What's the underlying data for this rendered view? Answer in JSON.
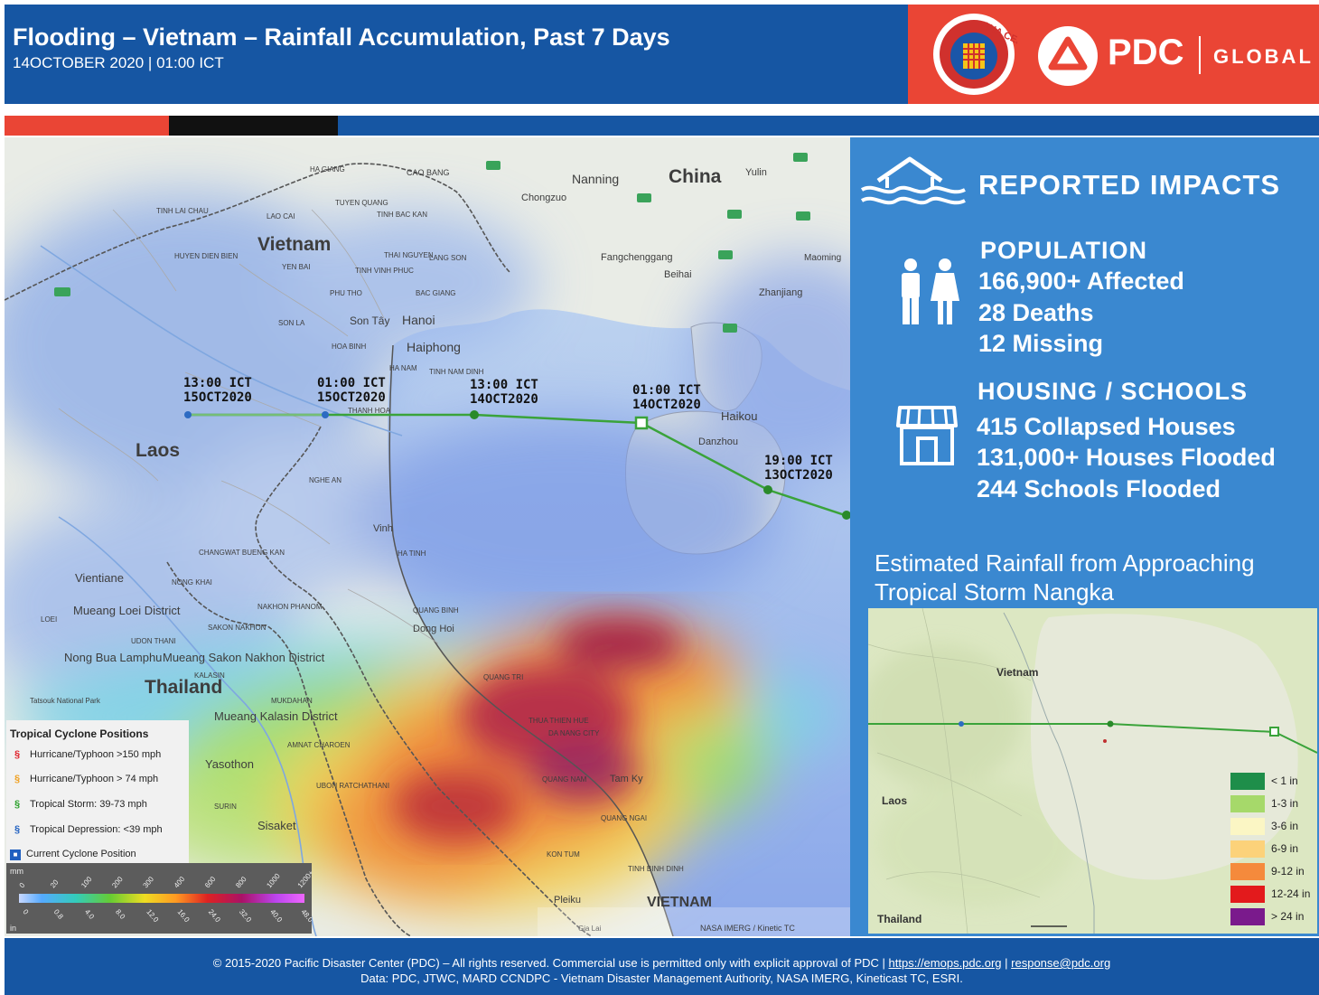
{
  "header": {
    "title": "Flooding – Vietnam – Rainfall Accumulation, Past 7 Days",
    "subtitle": "14OCTOBER 2020  |  01:00 ICT"
  },
  "brand": {
    "asean_seal_text": "AHA CENTRE",
    "pdc": "PDC",
    "global": "GLOBAL"
  },
  "colors": {
    "header_blue": "#1656a3",
    "brand_red": "#ea4535",
    "panel_blue": "#3a88d0",
    "track_green": "#3aa33a"
  },
  "map": {
    "countries": [
      "Vietnam",
      "China",
      "Laos",
      "Thailand"
    ],
    "cities": [
      "CAO BANG",
      "HA GIANG",
      "TUYEN QUANG",
      "TINH BAC KAN",
      "LAO CAI",
      "TINH LAI CHAU",
      "YEN BAI",
      "THAI NGUYEN",
      "LANG SON",
      "TINH VINH PHUC",
      "PHU THO",
      "BAC GIANG",
      "SON LA",
      "HUYEN DIEN BIEN",
      "Son Tây",
      "Hanoi",
      "HOA BINH",
      "Haiphong",
      "HA NAM",
      "TINH NAM DINH",
      "THANH HOA",
      "NGHE AN",
      "Vinh",
      "HA TINH",
      "QUANG BINH",
      "Dong Hoi",
      "QUANG TRI",
      "THUA THIEN HUE",
      "DA NANG CITY",
      "QUANG NAM",
      "Tam Ky",
      "QUANG NGAI",
      "KON TUM",
      "Pleiku",
      "TINH BINH DINH",
      "Gia Lai",
      "VIETNAM",
      "Nanning",
      "Chongzuo",
      "Yulin",
      "Fangchenggang",
      "Beihai",
      "Zhanjiang",
      "Maoming",
      "Haikou",
      "Danzhou",
      "Vientiane",
      "Mueang Loei District",
      "LOEI",
      "UDON THANI",
      "SAKON NAKHON",
      "NAKHON PHANOM",
      "Nong Bua Lamphu",
      "Mueang Sakon Nakhon District",
      "KALASIN",
      "MUKDAHAN",
      "Mueang Kalasin District",
      "AMNAT CHAROEN",
      "Yasothon",
      "UBON RATCHATHANI",
      "SURIN",
      "Sisaket",
      "CHANGWAT BUENG KAN",
      "NONG KHAI",
      "Tatsouk National Park"
    ],
    "track_labels": [
      {
        "time": "13:00 ICT",
        "date": "15OCT2020"
      },
      {
        "time": "01:00 ICT",
        "date": "15OCT2020"
      },
      {
        "time": "13:00 ICT",
        "date": "14OCT2020"
      },
      {
        "time": "01:00 ICT",
        "date": "14OCT2020"
      },
      {
        "time": "19:00 ICT",
        "date": "13OCT2020"
      }
    ],
    "attribution": "NASA IMERG / Kinetic TC"
  },
  "legend": {
    "title": "Tropical Cyclone Positions",
    "items": [
      {
        "label": "Hurricane/Typhoon >150 mph",
        "color": "#e0202a",
        "icon": "cyclone-icon"
      },
      {
        "label": "Hurricane/Typhoon > 74 mph",
        "color": "#f0a020",
        "icon": "cyclone-icon"
      },
      {
        "label": "Tropical Storm: 39-73 mph",
        "color": "#2aa02a",
        "icon": "cyclone-icon"
      },
      {
        "label": "Tropical Depression: <39 mph",
        "color": "#2060c0",
        "icon": "cyclone-icon"
      },
      {
        "label": "Current Cyclone Position",
        "color": "#2060c0",
        "icon": "square-marker-icon"
      }
    ]
  },
  "rain_scale": {
    "unit_top": "mm",
    "unit_bottom": "in",
    "mm_ticks": [
      "0",
      "20",
      "100",
      "200",
      "300",
      "400",
      "600",
      "800",
      "1000",
      "1200+"
    ],
    "in_ticks": [
      "0",
      "0.8",
      "4.0",
      "8.0",
      "12.0",
      "16.0",
      "24.0",
      "32.0",
      "40.0",
      "48.0+"
    ]
  },
  "panel": {
    "heading": "REPORTED IMPACTS",
    "population_heading": "POPULATION",
    "population": [
      "166,900+ Affected",
      "28 Deaths",
      "12 Missing"
    ],
    "housing_heading": "HOUSING / SCHOOLS",
    "housing": [
      "415 Collapsed Houses",
      "131,000+ Houses Flooded",
      "244 Schools Flooded"
    ],
    "inset_caption_1": "Estimated Rainfall from Approaching",
    "inset_caption_2": "Tropical Storm Nangka"
  },
  "inset": {
    "labels": [
      "Vietnam",
      "Laos",
      "Thailand"
    ],
    "legend": [
      {
        "label": "< 1 in",
        "color": "#1e8e4a"
      },
      {
        "label": "1-3 in",
        "color": "#a6d96a"
      },
      {
        "label": "3-6 in",
        "color": "#fbf6c4"
      },
      {
        "label": "6-9 in",
        "color": "#fcd27a"
      },
      {
        "label": "9-12 in",
        "color": "#f58a3c"
      },
      {
        "label": "12-24 in",
        "color": "#e31a1c"
      },
      {
        "label": "> 24 in",
        "color": "#7a1a8c"
      }
    ]
  },
  "footer": {
    "line1_text": "© 2015-2020 Pacific Disaster Center (PDC) – All rights reserved. Commercial use is permitted only with explicit approval of PDC  |  ",
    "link1": "https://emops.pdc.org",
    "sep": "  |  ",
    "link2": "response@pdc.org",
    "line2": "Data: PDC, JTWC, MARD CCNDPC - Vietnam Disaster Management Authority, NASA IMERG,  Kineticast TC, ESRI."
  }
}
